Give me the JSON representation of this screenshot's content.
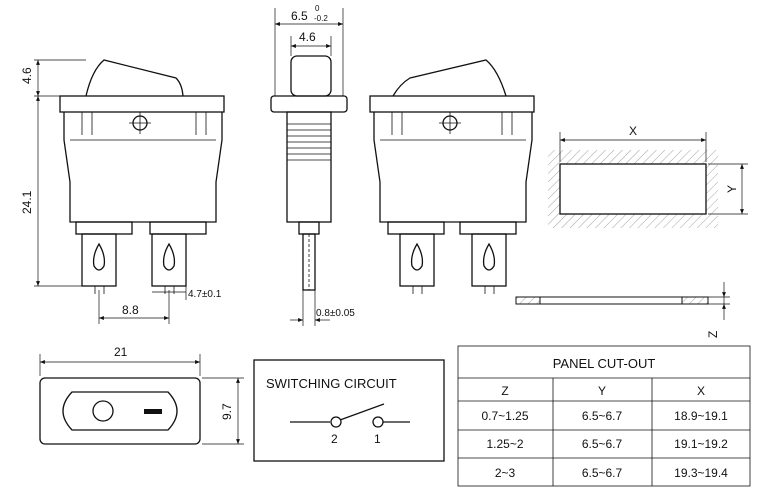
{
  "dimensions": {
    "top_width": "6.5",
    "top_width_tol_upper": "0",
    "top_width_tol_lower": "-0.2",
    "rocker_width": "4.6",
    "rocker_height": "4.6",
    "body_height": "24.1",
    "terminal_pitch": "8.8",
    "terminal_width": "4.7±0.1",
    "terminal_thickness": "0.8±0.05",
    "panel_x": "X",
    "panel_y": "Y",
    "panel_z": "Z",
    "front_width": "21",
    "front_height": "9.7"
  },
  "circuit": {
    "title": "SWITCHING CIRCUIT",
    "terminal_a": "2",
    "terminal_b": "1"
  },
  "table": {
    "title": "PANEL CUT-OUT",
    "headers": [
      "Z",
      "Y",
      "X"
    ],
    "rows": [
      [
        "0.7~1.25",
        "6.5~6.7",
        "18.9~19.1"
      ],
      [
        "1.25~2",
        "6.5~6.7",
        "19.1~19.2"
      ],
      [
        "2~3",
        "6.5~6.7",
        "19.3~19.4"
      ]
    ]
  }
}
